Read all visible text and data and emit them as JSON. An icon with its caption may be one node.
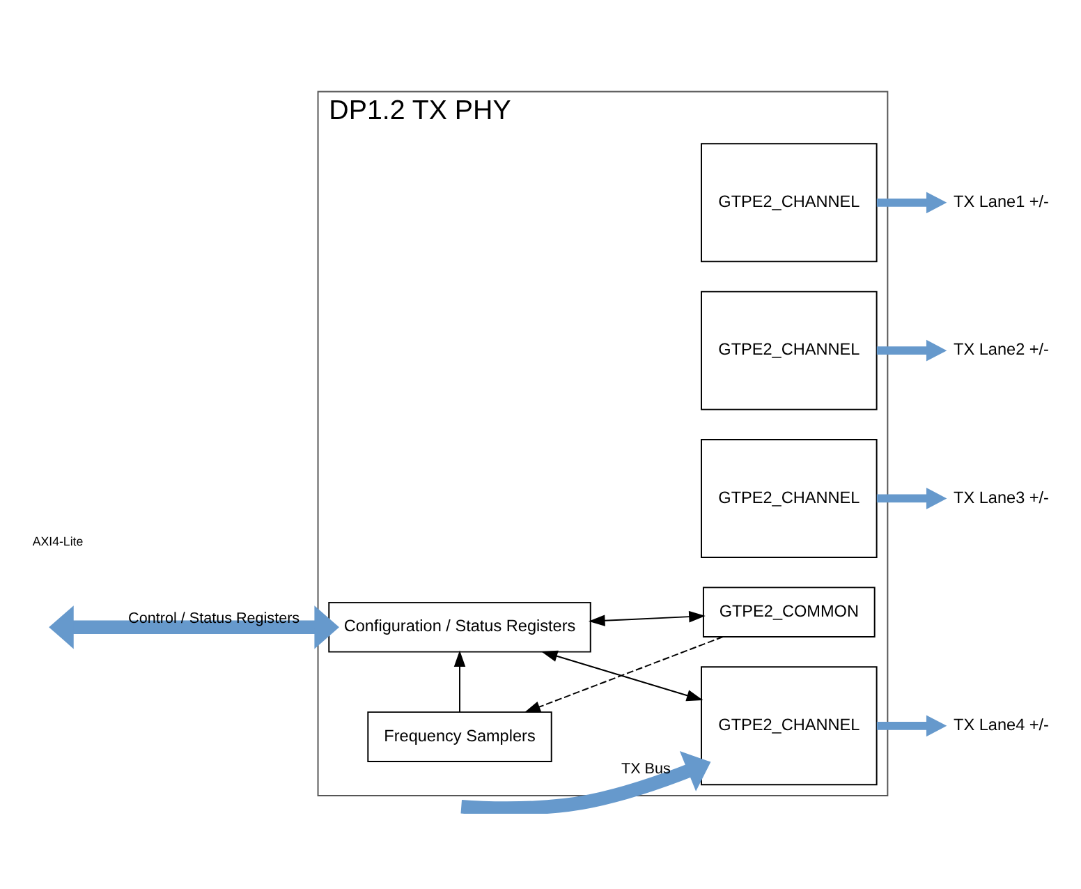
{
  "diagram": {
    "nodes": [
      {
        "text": [
          "DP1.2 TX PHY"
        ]
      },
      {
        "text": [
          "GTPE2_CHANNEL"
        ],
        "in": 0
      },
      {
        "text": [
          "GTPE2_CHANNEL"
        ],
        "in": 0
      },
      {
        "text": [
          "GTPE2_CHANNEL"
        ],
        "in": 0
      },
      {
        "text": [
          "GTPE2_CHANNEL"
        ],
        "in": 0
      },
      {
        "text": [
          "Configuration / Status Registers"
        ],
        "in": 0
      },
      {
        "text": [
          "Frequency Samplers"
        ],
        "in": 0
      },
      {
        "text": [
          "GTPE2_COMMON"
        ],
        "in": 0
      },
      {
        "text": [
          "TX Lane1 +/-"
        ]
      },
      {
        "text": [
          "TX Lane2 +/-"
        ]
      },
      {
        "text": [
          "TX Lane3 +/-"
        ]
      },
      {
        "text": [
          "TX Lane4 +/-"
        ]
      }
    ],
    "edges": [
      {
        "from": null,
        "to": 4,
        "arrow": "to",
        "label": "TX Bus"
      },
      {
        "from": null,
        "to": 5,
        "arrow": "both",
        "label": "Control / Status Registers"
      },
      {
        "from": 1,
        "to": 8,
        "arrow": "to"
      },
      {
        "from": 2,
        "to": 9,
        "arrow": "to"
      },
      {
        "from": 3,
        "to": 10,
        "arrow": "to"
      },
      {
        "from": 4,
        "to": 11,
        "arrow": "to"
      },
      {
        "from": 5,
        "to": 4,
        "arrow": "both",
        "color": "#000000"
      },
      {
        "from": 5,
        "to": 7,
        "arrow": "both",
        "color": "#000000"
      },
      {
        "from": 6,
        "to": 5,
        "arrow": "to",
        "color": "#000000"
      },
      {
        "from": 7,
        "to": 6,
        "arrow": "to",
        "style": "dashed",
        "color": "#000000"
      }
    ],
    "labels": [
      "AXI4-Lite"
    ]
  }
}
